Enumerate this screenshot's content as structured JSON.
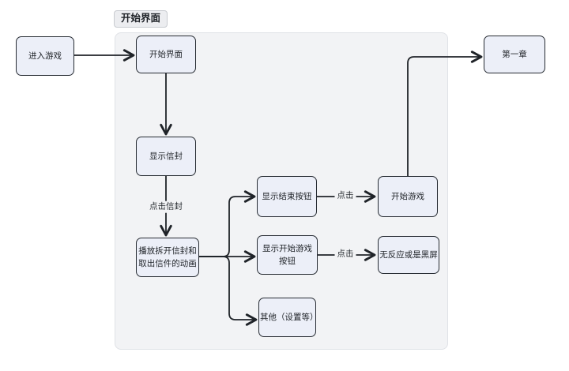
{
  "diagram": {
    "group_label": "开始界面",
    "nodes": {
      "enter_game": {
        "label": "进入游戏"
      },
      "start_screen": {
        "label": "开始界面"
      },
      "show_envelope": {
        "label": "显示信封"
      },
      "play_animation": {
        "label": "播放拆开信封和取出信件的动画"
      },
      "show_end_button": {
        "label": "显示结束按钮"
      },
      "start_game": {
        "label": "开始游戏"
      },
      "chapter_one": {
        "label": "第一章"
      },
      "show_start_button": {
        "label": "显示开始游戏按钮"
      },
      "no_response": {
        "label": "无反应或是黑屏"
      },
      "other_settings": {
        "label": "其他（设置等）"
      }
    },
    "edge_labels": {
      "click_envelope": "点击信封",
      "click_end": "点击",
      "click_start": "点击"
    },
    "colors": {
      "node_fill": "#ECEFF8",
      "node_border": "#272C33",
      "container_fill": "#F2F3F5",
      "container_border": "#DFE2E6",
      "arrow": "#1F2328",
      "badge_fill": "#ECEDF0",
      "badge_border": "#C8CBD0",
      "text": "#1F2328",
      "page_bg": "#FFFFFF"
    }
  }
}
